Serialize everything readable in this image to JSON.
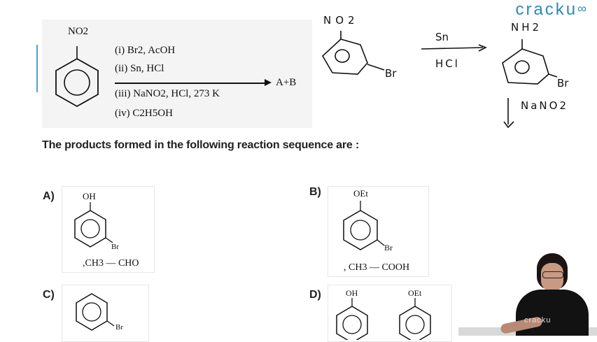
{
  "brand": {
    "logo_text": "cracku"
  },
  "reaction": {
    "reactant_label": "NO2",
    "steps": [
      "(i) Br2, AcOH",
      "(ii) Sn, HCl",
      "(iii) NaNO2, HCl, 273 K",
      "(iv) C2H5OH"
    ],
    "product": "A+B"
  },
  "question": {
    "text": "The products formed in the following reaction sequence are :"
  },
  "options": {
    "a": {
      "label": "A)",
      "substituent_top": "OH",
      "substituent_side": "Br",
      "coproduct": ",CH3 — CHO"
    },
    "b": {
      "label": "B)",
      "substituent_top": "OEt",
      "substituent_side": "Br",
      "coproduct": ", CH3 — COOH"
    },
    "c": {
      "label": "C)",
      "substituent_side": "Br"
    },
    "d": {
      "label": "D)",
      "substituent_left": "OH",
      "substituent_right": "OEt"
    }
  },
  "handwriting": {
    "top_left": "NO2",
    "br1": "Br",
    "reagent_top": "Sn",
    "reagent_bottom": "HCl",
    "top_right": "NH2",
    "br2": "Br",
    "reagent2": "NaNO2"
  },
  "video": {
    "shirt_text": "cracku"
  }
}
